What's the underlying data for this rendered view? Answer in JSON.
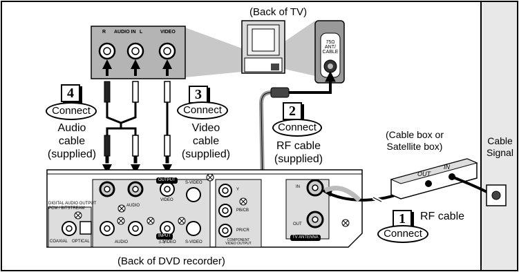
{
  "back_of_tv": "(Back of TV)",
  "tv_antenna_port": [
    "75Ω",
    "ANT/",
    "CABLE"
  ],
  "panel_labels": {
    "audio_in": "AUDIO IN",
    "video": "VIDEO",
    "r": "R",
    "l": "L"
  },
  "steps": [
    {
      "number": "4",
      "action": "Connect",
      "cable": [
        "Audio",
        "cable",
        "(supplied)"
      ]
    },
    {
      "number": "3",
      "action": "Connect",
      "cable": [
        "Video",
        "cable",
        "(supplied)"
      ]
    },
    {
      "number": "2",
      "action": "Connect",
      "cable": [
        "RF cable",
        "(supplied)"
      ]
    },
    {
      "number": "1",
      "action": "Connect",
      "cable": [
        "RF cable"
      ]
    }
  ],
  "box_label": [
    "(Cable box or",
    "Satellite box)"
  ],
  "box_ports": {
    "out": "OUT",
    "in": "IN"
  },
  "signal_label": [
    "Cable",
    "Signal"
  ],
  "recorder_label": "(Back of DVD recorder)",
  "recorder_panel": {
    "digital_audio": [
      "DIGITAL AUDIO OUTPUT",
      "PCM / BITSTREAM"
    ],
    "coaxial": "COAXIAL",
    "optical": "OPTICAL",
    "audio": "AUDIO",
    "output": "OUTPUT",
    "input": "INPUT",
    "l1": "(L1)",
    "video": "VIDEO",
    "s_video": "S-VIDEO",
    "y": "Y",
    "pb": "PB/CB",
    "pr": "PR/CR",
    "component": [
      "COMPONENT",
      "VIDEO OUTPUT"
    ],
    "ant_in": "IN",
    "ant_out": "OUT",
    "tv_antenna": "TV ANTENNA"
  }
}
